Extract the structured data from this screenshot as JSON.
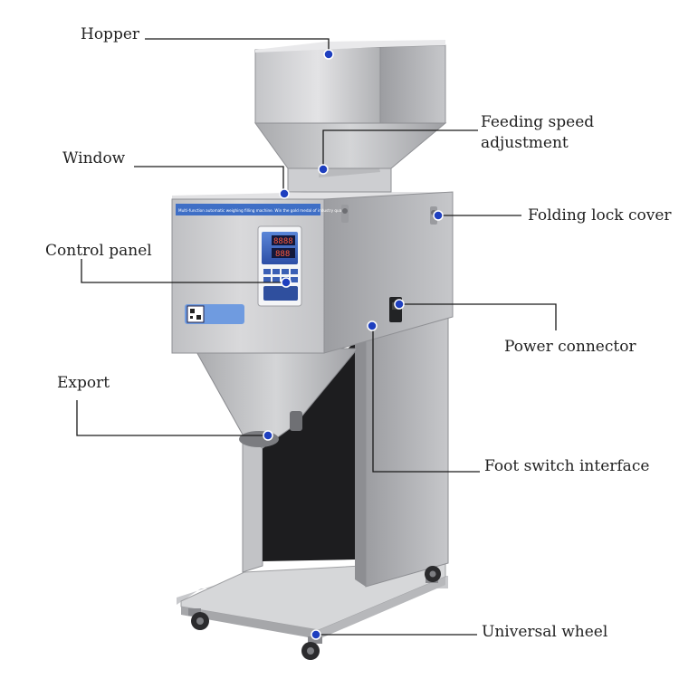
{
  "labels": {
    "hopper": "Hopper",
    "feeding_line1": "Feeding speed",
    "feeding_line2": "adjustment",
    "window": "Window",
    "folding_lock_cover": "Folding lock cover",
    "control_panel": "Control panel",
    "power_connector": "Power connector",
    "export": "Export",
    "foot_switch_interface": "Foot switch interface",
    "universal_wheel": "Universal wheel"
  },
  "machine": {
    "banner_text": "Multi-function automatic weighing filling machine. Win the gold medal of industry quality!",
    "display_top": "8888",
    "display_bottom": "888"
  },
  "colors": {
    "leader_line": "#1a1a1a",
    "marker_dot": "#1e3fbf",
    "steel_light": "#d4d4d6",
    "steel_mid": "#b3b3b6",
    "steel_dark": "#8d8e92",
    "panel_blue": "#3f6fc6",
    "display_bg": "#2a3d8f"
  }
}
